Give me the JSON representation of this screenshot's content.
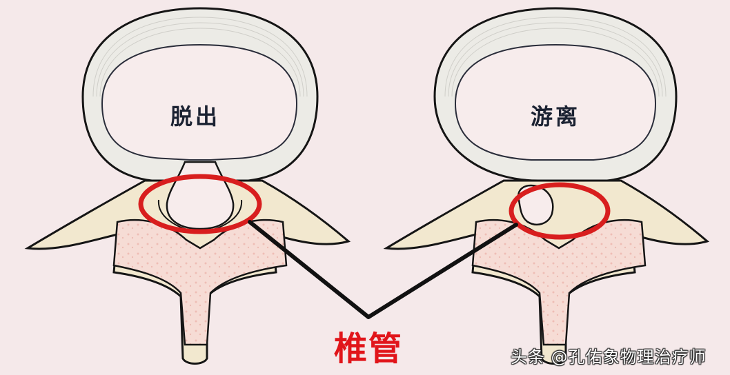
{
  "figure": {
    "background_color": "#f5e9ea",
    "panels": [
      {
        "id": "left",
        "label": "脱出",
        "description": "extruded disc herniation into spinal canal"
      },
      {
        "id": "right",
        "label": "游离",
        "description": "sequestered (free fragment) disc herniation"
      }
    ],
    "pointer_label": "椎管",
    "colors": {
      "highlight_circle": "#d81e1e",
      "pointer_line": "#111111",
      "pointer_label": "#e1151a",
      "disc_ring": "#eceeea",
      "nucleus": "#f7ecec",
      "bone_body": "#f0e6cf",
      "lamina": "#f3d9d2",
      "outline": "#151515"
    },
    "watermark": "头条 @孔佑象物理治疗师"
  }
}
